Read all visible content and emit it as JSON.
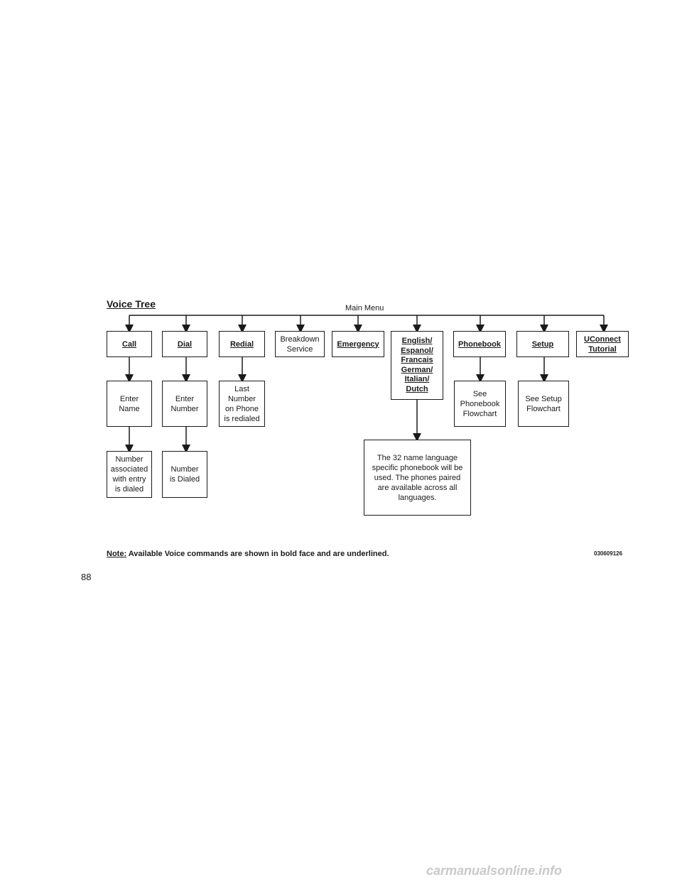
{
  "title": "Voice Tree",
  "main_menu": "Main Menu",
  "level1": [
    {
      "lines": [
        "Call"
      ],
      "command": true
    },
    {
      "lines": [
        "Dial"
      ],
      "command": true
    },
    {
      "lines": [
        "Redial"
      ],
      "command": true
    },
    {
      "lines": [
        "Breakdown",
        "Service"
      ],
      "command": false
    },
    {
      "lines": [
        "Emergency"
      ],
      "command": true
    },
    {
      "lines": [
        "English/",
        "Espanol/",
        "Francais",
        "German/",
        "Italian/",
        "Dutch"
      ],
      "command": true
    },
    {
      "lines": [
        "Phonebook"
      ],
      "command": true
    },
    {
      "lines": [
        "Setup"
      ],
      "command": true
    },
    {
      "lines": [
        "UConnect",
        "Tutorial"
      ],
      "command": true
    }
  ],
  "level2": {
    "call": [
      "Enter",
      "Name"
    ],
    "dial": [
      "Enter",
      "Number"
    ],
    "redial": [
      "Last",
      "Number",
      "on Phone",
      "is redialed"
    ],
    "phonebook": [
      "See",
      "Phonebook",
      "Flowchart"
    ],
    "setup": [
      "See Setup",
      "Flowchart"
    ]
  },
  "level3": {
    "call": [
      "Number",
      "associated",
      "with entry",
      "is dialed"
    ],
    "dial": [
      "Number",
      "is Dialed"
    ],
    "language": [
      "The 32 name language",
      "specific phonebook will be",
      "used. The phones paired",
      "are available across all",
      "languages."
    ]
  },
  "note": {
    "label": "Note:",
    "text": "Available Voice commands are shown in bold face and are underlined."
  },
  "figure_id": "030609126",
  "page_number": "88",
  "watermark": "carmanualsonline.info"
}
